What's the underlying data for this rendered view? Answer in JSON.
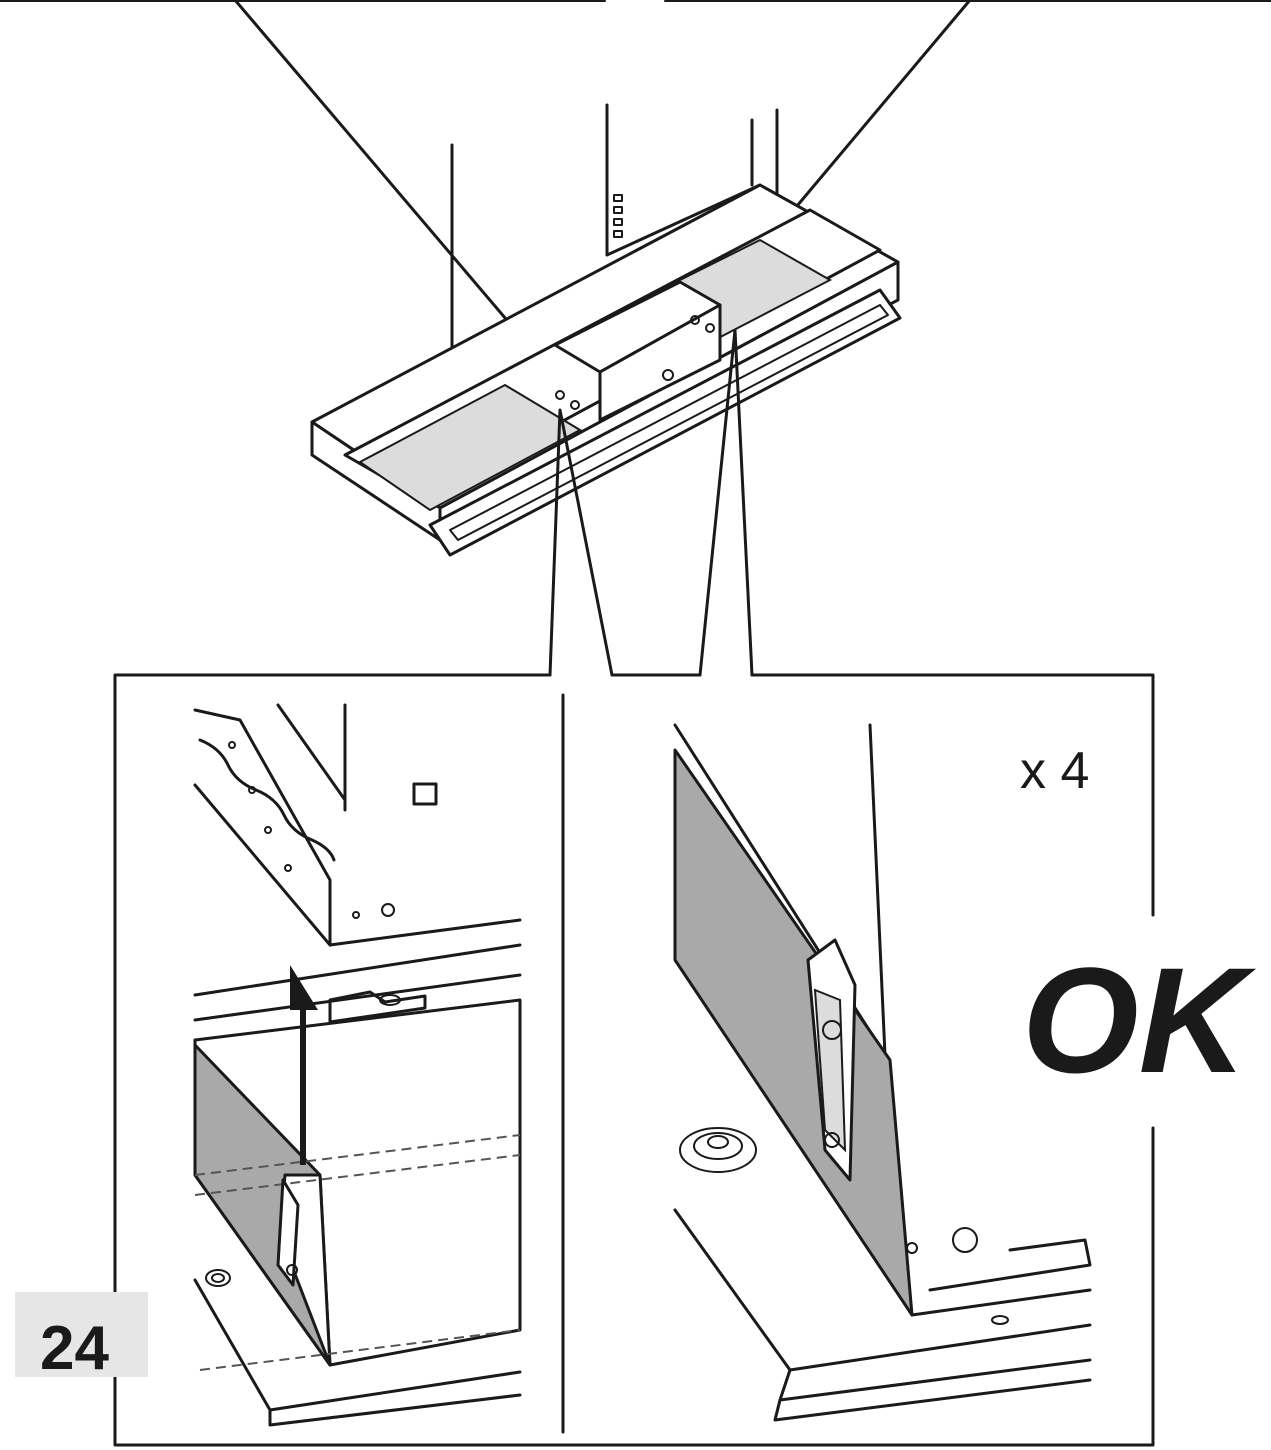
{
  "step": {
    "number": "24"
  },
  "detail_right": {
    "quantity": "x 4",
    "status": "OK"
  },
  "colors": {
    "line": "#1a1a1a",
    "panel_grey": "#a9a9a9",
    "step_badge": "#e6e6e6"
  },
  "icons": [
    "up-arrow-icon"
  ]
}
